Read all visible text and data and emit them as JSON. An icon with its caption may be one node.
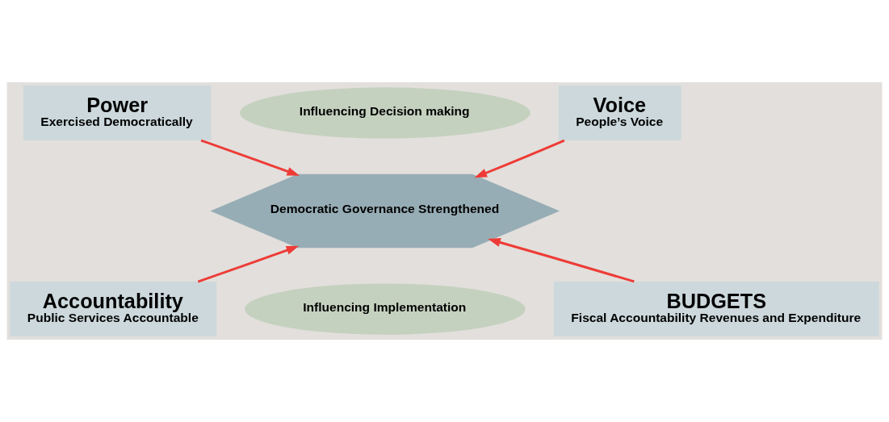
{
  "diagram": {
    "nodes": [
      {
        "text": [
          "Power",
          "Exercised Democratically"
        ]
      },
      {
        "text": [
          "Influencing Decision making"
        ]
      },
      {
        "text": [
          "Voice",
          "People’s Voice"
        ]
      },
      {
        "text": [
          "Democratic Governance Strengthened"
        ]
      },
      {
        "text": [
          "Accountability",
          "Public Services Accountable"
        ]
      },
      {
        "text": [
          "Influencing Implementation"
        ]
      },
      {
        "text": [
          "BUDGETS",
          "Fiscal Accountability Revenues and Expenditure"
        ]
      }
    ],
    "edges": [
      {
        "from": 0,
        "to": 3,
        "arrow": "to"
      },
      {
        "from": 2,
        "to": 3,
        "arrow": "to"
      },
      {
        "from": 4,
        "to": 3,
        "arrow": "to"
      },
      {
        "from": 6,
        "to": 3,
        "arrow": "to"
      }
    ]
  }
}
